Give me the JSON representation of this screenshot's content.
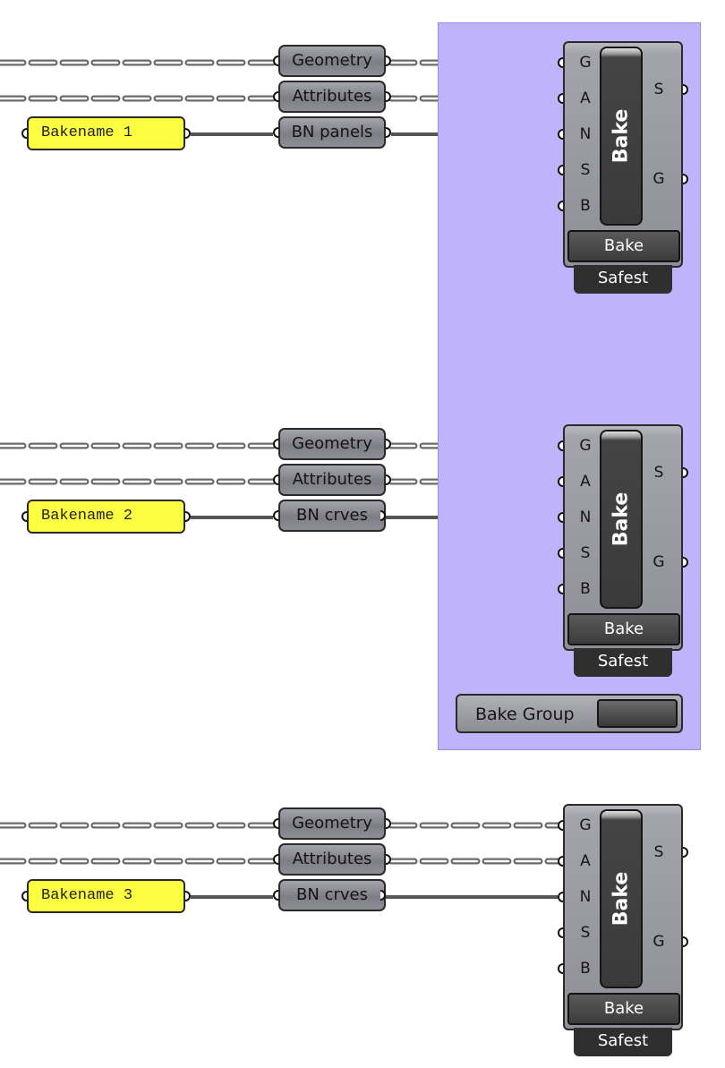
{
  "group": {
    "color": "#bfb3fb"
  },
  "rows": [
    {
      "panel_text": "Bakename 1",
      "params": [
        "Geometry",
        "Attributes",
        "BN panels"
      ],
      "bake": {
        "title": "Bake",
        "inputs": [
          "G",
          "A",
          "N",
          "S",
          "B"
        ],
        "outputs": [
          "S",
          "G"
        ],
        "button_label": "Bake",
        "tab_label": "Safest"
      }
    },
    {
      "panel_text": "Bakename 2",
      "params": [
        "Geometry",
        "Attributes",
        "BN crves"
      ],
      "bake": {
        "title": "Bake",
        "inputs": [
          "G",
          "A",
          "N",
          "S",
          "B"
        ],
        "outputs": [
          "S",
          "G"
        ],
        "button_label": "Bake",
        "tab_label": "Safest"
      }
    },
    {
      "panel_text": "Bakename 3",
      "params": [
        "Geometry",
        "Attributes",
        "BN crves"
      ],
      "bake": {
        "title": "Bake",
        "inputs": [
          "G",
          "A",
          "N",
          "S",
          "B"
        ],
        "outputs": [
          "S",
          "G"
        ],
        "button_label": "Bake",
        "tab_label": "Safest"
      }
    }
  ],
  "toggle": {
    "label": "Bake Group"
  },
  "colors": {
    "panel": "#fcfd41",
    "node": "#8e8e96",
    "wire": "#555555",
    "dashed_wire": "#6a6a6a"
  }
}
